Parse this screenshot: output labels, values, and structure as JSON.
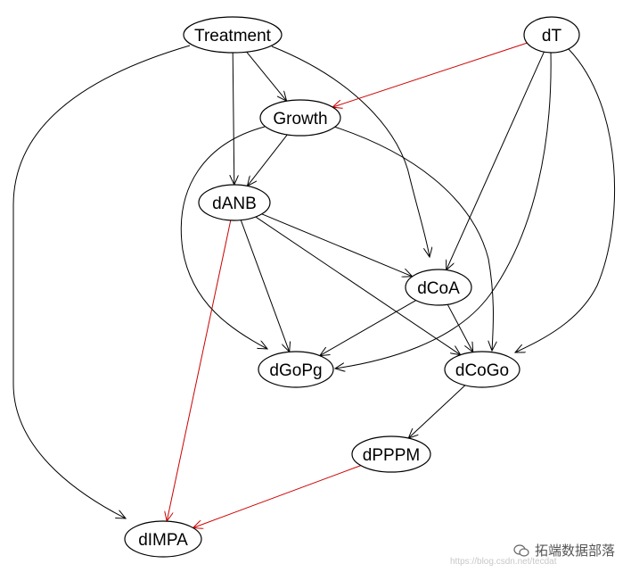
{
  "graph": {
    "nodes": [
      {
        "id": "Treatment",
        "label": "Treatment"
      },
      {
        "id": "dT",
        "label": "dT"
      },
      {
        "id": "Growth",
        "label": "Growth"
      },
      {
        "id": "dANB",
        "label": "dANB"
      },
      {
        "id": "dCoA",
        "label": "dCoA"
      },
      {
        "id": "dGoPg",
        "label": "dGoPg"
      },
      {
        "id": "dCoGo",
        "label": "dCoGo"
      },
      {
        "id": "dPPPM",
        "label": "dPPPM"
      },
      {
        "id": "dIMPA",
        "label": "dIMPA"
      }
    ],
    "edges": [
      {
        "from": "Treatment",
        "to": "Growth",
        "color": "#000000"
      },
      {
        "from": "Treatment",
        "to": "dANB",
        "color": "#000000"
      },
      {
        "from": "Treatment",
        "to": "dCoA",
        "color": "#000000"
      },
      {
        "from": "Treatment",
        "to": "dIMPA",
        "color": "#000000"
      },
      {
        "from": "dT",
        "to": "Growth",
        "color": "#cc0000"
      },
      {
        "from": "dT",
        "to": "dCoA",
        "color": "#000000"
      },
      {
        "from": "dT",
        "to": "dGoPg",
        "color": "#000000"
      },
      {
        "from": "dT",
        "to": "dCoGo",
        "color": "#000000"
      },
      {
        "from": "Growth",
        "to": "dANB",
        "color": "#000000"
      },
      {
        "from": "Growth",
        "to": "dGoPg",
        "color": "#000000"
      },
      {
        "from": "Growth",
        "to": "dCoGo",
        "color": "#000000"
      },
      {
        "from": "dANB",
        "to": "dCoA",
        "color": "#000000"
      },
      {
        "from": "dANB",
        "to": "dGoPg",
        "color": "#000000"
      },
      {
        "from": "dANB",
        "to": "dCoGo",
        "color": "#000000"
      },
      {
        "from": "dANB",
        "to": "dIMPA",
        "color": "#cc0000"
      },
      {
        "from": "dCoA",
        "to": "dGoPg",
        "color": "#000000"
      },
      {
        "from": "dCoA",
        "to": "dCoGo",
        "color": "#000000"
      },
      {
        "from": "dCoGo",
        "to": "dPPPM",
        "color": "#000000"
      },
      {
        "from": "dPPPM",
        "to": "dIMPA",
        "color": "#cc0000"
      }
    ]
  },
  "watermark": {
    "label": "拓端数据部落",
    "url": "https://blog.csdn.net/tecdat"
  }
}
